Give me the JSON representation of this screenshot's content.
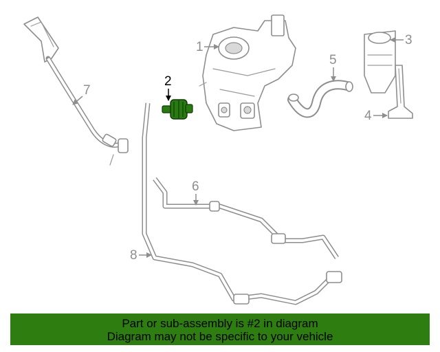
{
  "colors": {
    "highlight_part": "#2a7a12",
    "banner_bg": "#2e7d10",
    "line_art": "#8e8e8e"
  },
  "callouts": {
    "c1": "1",
    "c2": "2",
    "c3": "3",
    "c4": "4",
    "c5": "5",
    "c6": "6",
    "c7": "7",
    "c8": "8"
  },
  "banner": {
    "line1": "Part or sub-assembly is #2 in diagram",
    "line2": "Diagram may not be specific to your vehicle"
  }
}
